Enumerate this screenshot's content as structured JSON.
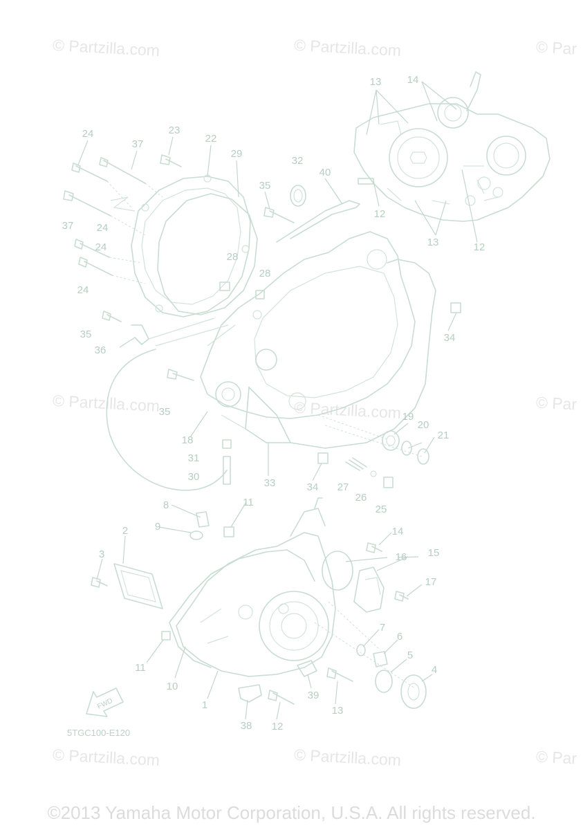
{
  "watermarks": {
    "text": "© Partzilla.com",
    "text_cut": "© Par"
  },
  "diagram_code": "5TGC100-E120",
  "copyright": "©2013 Yamaha Motor Corporation, U.S.A. All rights reserved.",
  "fwd_label": "FWD",
  "labels": {
    "l1": "1",
    "l2": "2",
    "l3": "3",
    "l4": "4",
    "l5": "5",
    "l6": "6",
    "l7": "7",
    "l8": "8",
    "l9": "9",
    "l10": "10",
    "l11": "11",
    "l12": "12",
    "l13": "13",
    "l14": "14",
    "l15": "15",
    "l16": "16",
    "l17": "17",
    "l18": "18",
    "l19": "19",
    "l20": "20",
    "l21": "21",
    "l22": "22",
    "l23": "23",
    "l24": "24",
    "l25": "25",
    "l26": "26",
    "l27": "27",
    "l28": "28",
    "l29": "29",
    "l30": "30",
    "l31": "31",
    "l32": "32",
    "l33": "33",
    "l34": "34",
    "l35": "35",
    "l36": "36",
    "l37": "37",
    "l38": "38",
    "l39": "39",
    "l40": "40"
  },
  "colors": {
    "line": "#c9dcd3",
    "label": "#b6cec2",
    "watermark": "#e6e6e6"
  }
}
